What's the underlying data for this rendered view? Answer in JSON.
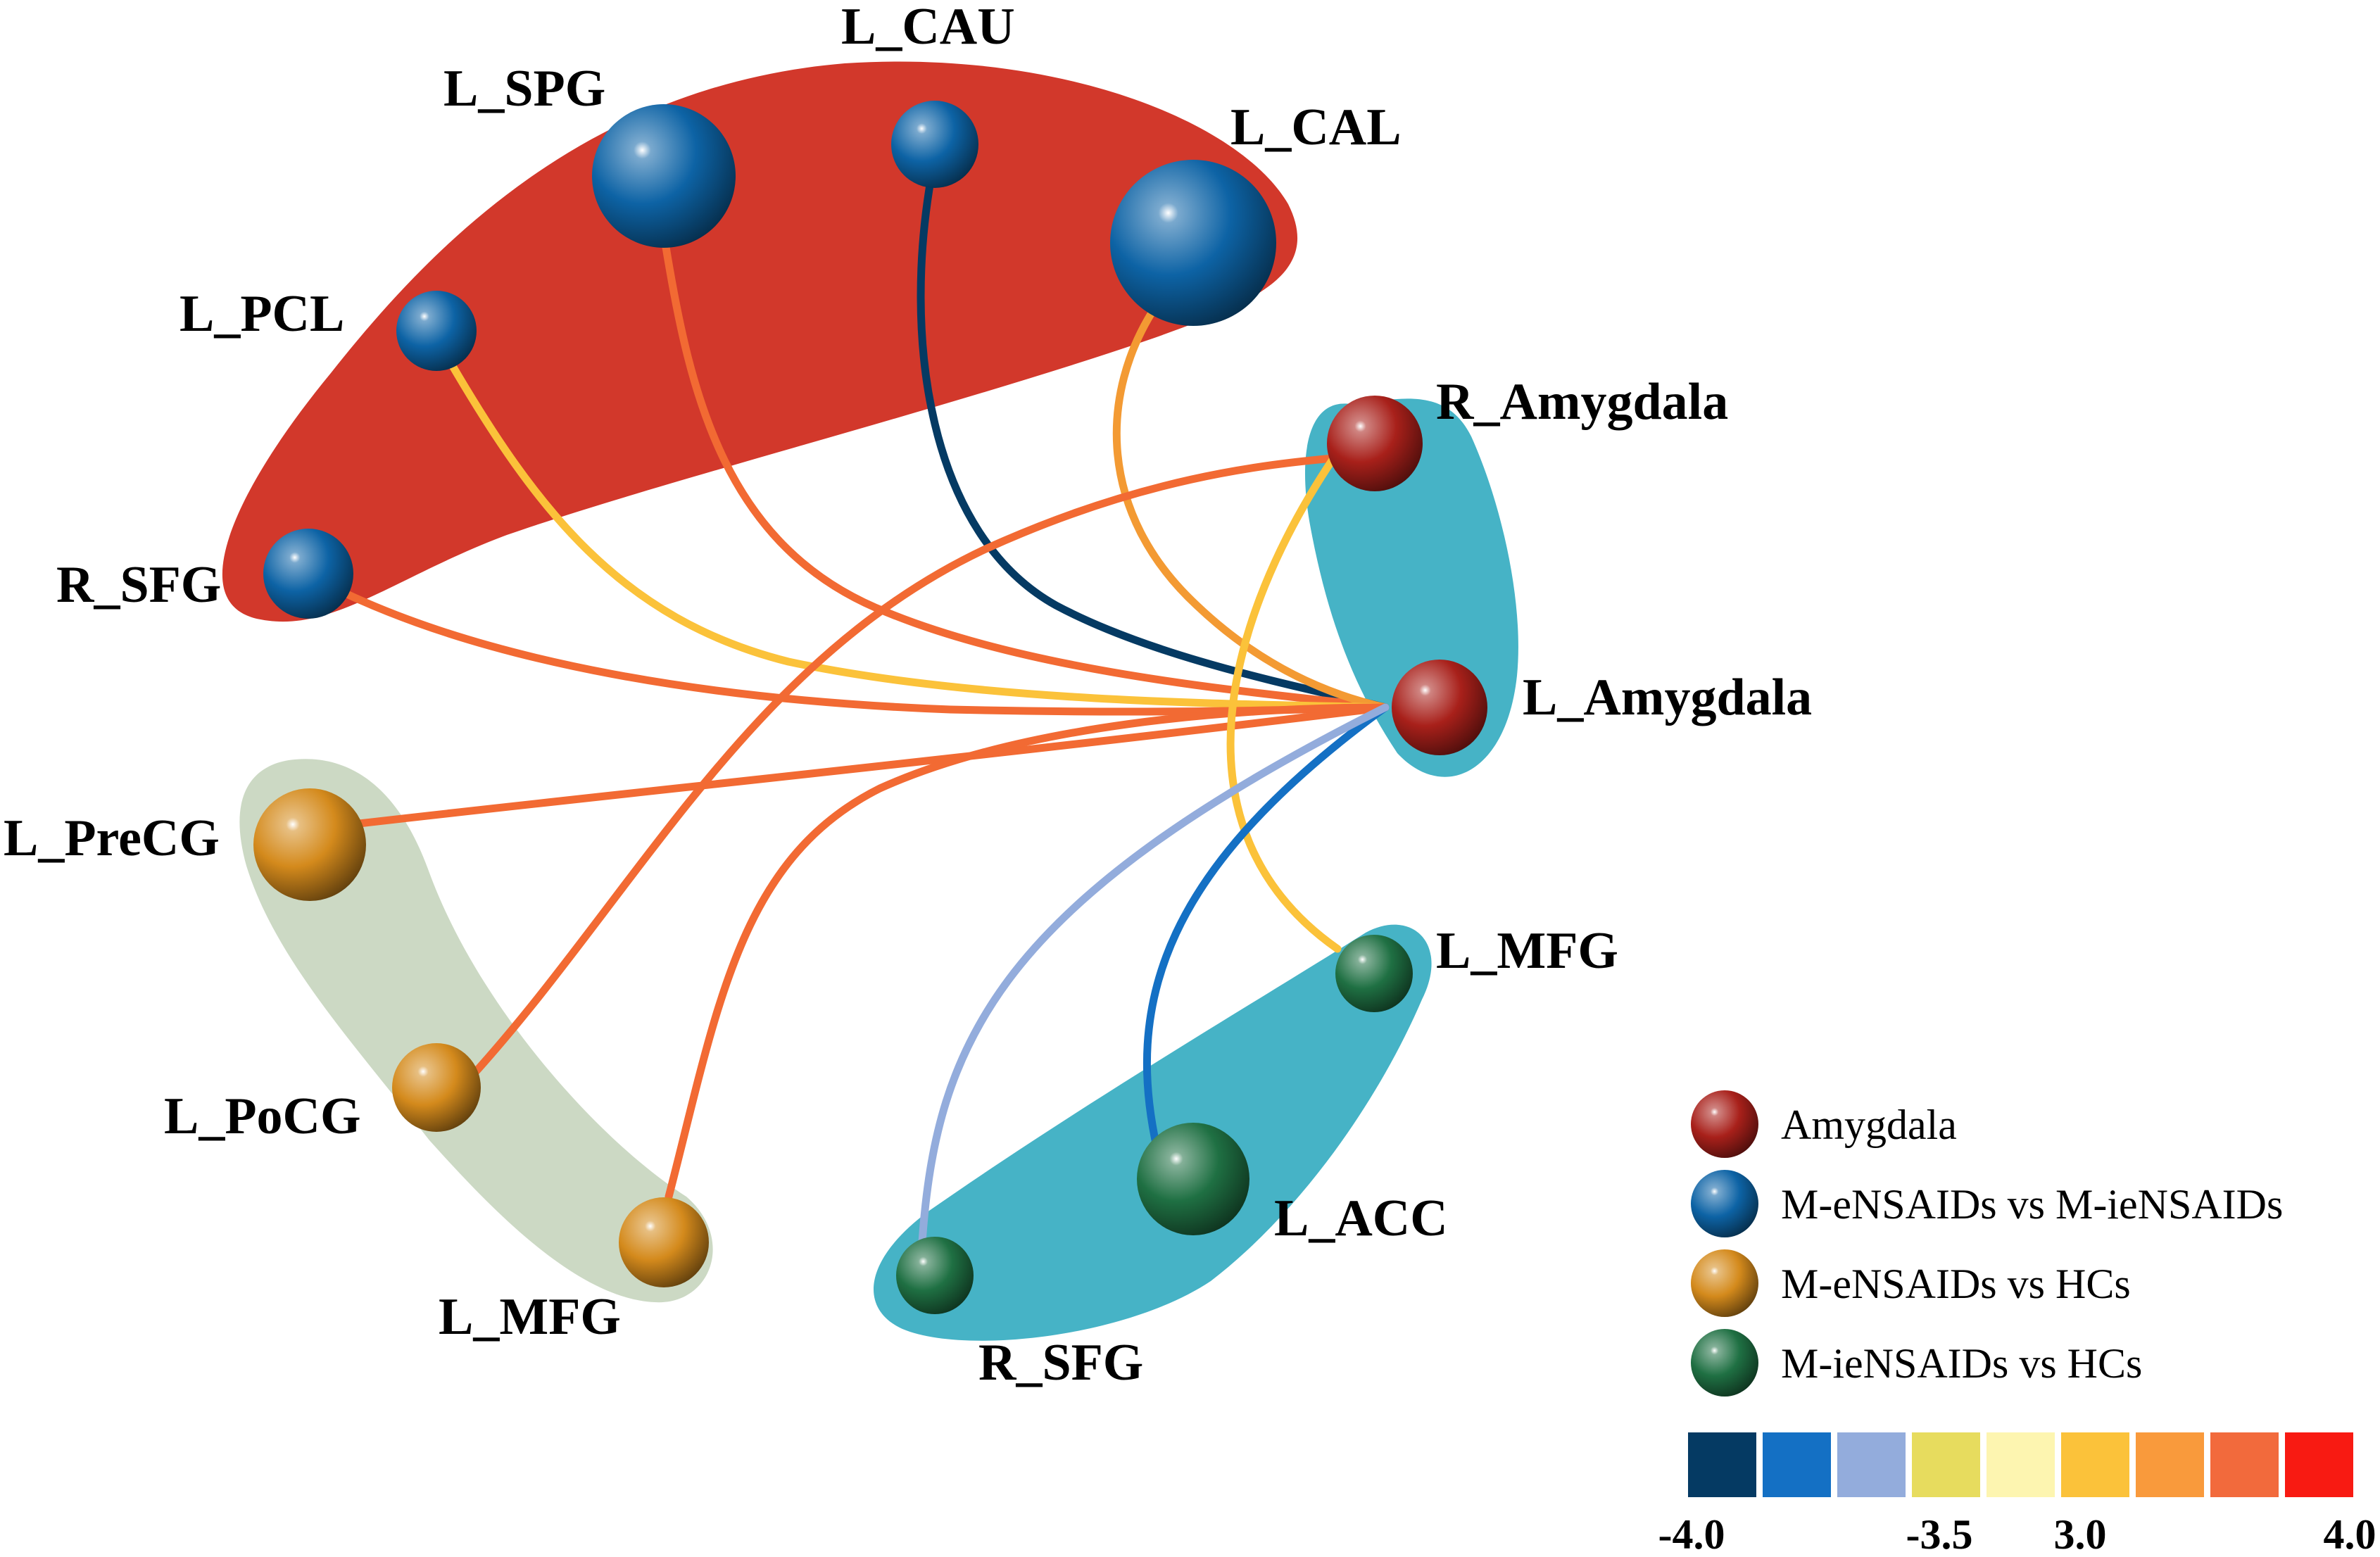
{
  "colors": {
    "Amygdala": "#a8201a",
    "M-eNSAIDs vs M-ieNSAIDs": "#0d63a5",
    "M-eNSAIDs vs HCs": "#d48a1c",
    "M-ieNSAIDs vs HCs": "#1f7043",
    "hull_top": "#d2382b",
    "hull_right": "#46b3c6",
    "hull_left": "#ccd9c4"
  },
  "nodes": {
    "L_CAU": {
      "label": "L_CAU",
      "group": "M-eNSAIDs vs M-ieNSAIDs"
    },
    "L_SPG": {
      "label": "L_SPG",
      "group": "M-eNSAIDs vs M-ieNSAIDs"
    },
    "L_CAL": {
      "label": "L_CAL",
      "group": "M-eNSAIDs vs M-ieNSAIDs"
    },
    "L_PCL": {
      "label": "L_PCL",
      "group": "M-eNSAIDs vs M-ieNSAIDs"
    },
    "R_SFG_top": {
      "label": "R_SFG",
      "group": "M-eNSAIDs vs M-ieNSAIDs"
    },
    "R_Amygdala": {
      "label": "R_Amygdala",
      "group": "Amygdala"
    },
    "L_Amygdala": {
      "label": "L_Amygdala",
      "group": "Amygdala"
    },
    "L_PreCG": {
      "label": "L_PreCG",
      "group": "M-eNSAIDs vs HCs"
    },
    "L_PoCG": {
      "label": "L_PoCG",
      "group": "M-eNSAIDs vs HCs"
    },
    "L_MFG_left": {
      "label": "L_MFG",
      "group": "M-eNSAIDs vs HCs"
    },
    "L_MFG_right": {
      "label": "L_MFG",
      "group": "M-ieNSAIDs vs HCs"
    },
    "L_ACC": {
      "label": "L_ACC",
      "group": "M-ieNSAIDs vs HCs"
    },
    "R_SFG_bottom": {
      "label": "R_SFG",
      "group": "M-ieNSAIDs vs HCs"
    }
  },
  "edges": [
    {
      "source": "L_CAU",
      "target": "L_Amygdala",
      "color": "#053a63"
    },
    {
      "source": "L_SPG",
      "target": "L_Amygdala",
      "color": "#f26a33"
    },
    {
      "source": "L_CAL",
      "target": "L_Amygdala",
      "color": "#f39a33"
    },
    {
      "source": "L_PCL",
      "target": "L_Amygdala",
      "color": "#fbc23a"
    },
    {
      "source": "R_SFG_top",
      "target": "L_Amygdala",
      "color": "#f26a33"
    },
    {
      "source": "L_PreCG",
      "target": "L_Amygdala",
      "color": "#f26a33"
    },
    {
      "source": "L_MFG_left",
      "target": "L_Amygdala",
      "color": "#f26a33"
    },
    {
      "source": "L_PoCG",
      "target": "R_Amygdala",
      "color": "#f26a33"
    },
    {
      "source": "L_MFG_right",
      "target": "R_Amygdala",
      "color": "#fbc23a"
    },
    {
      "source": "L_ACC",
      "target": "L_Amygdala",
      "color": "#1470c4"
    },
    {
      "source": "R_SFG_bottom",
      "target": "L_Amygdala",
      "color": "#93acdc"
    }
  ],
  "legend": [
    {
      "label": "Amygdala",
      "color": "#a8201a"
    },
    {
      "label": "M-eNSAIDs vs M-ieNSAIDs",
      "color": "#0d63a5"
    },
    {
      "label": "M-eNSAIDs vs HCs",
      "color": "#d48a1c"
    },
    {
      "label": "M-ieNSAIDs vs HCs",
      "color": "#1f7043"
    }
  ],
  "color_scale": {
    "colors": [
      "#053a63",
      "#1470c4",
      "#93acdc",
      "#e7dc5e",
      "#fdf5b0",
      "#fbc23a",
      "#f99a3c",
      "#f26a3c",
      "#f81a12"
    ],
    "tick_labels": [
      "-4.0",
      "-3.5",
      "3.0",
      "4.0"
    ]
  }
}
